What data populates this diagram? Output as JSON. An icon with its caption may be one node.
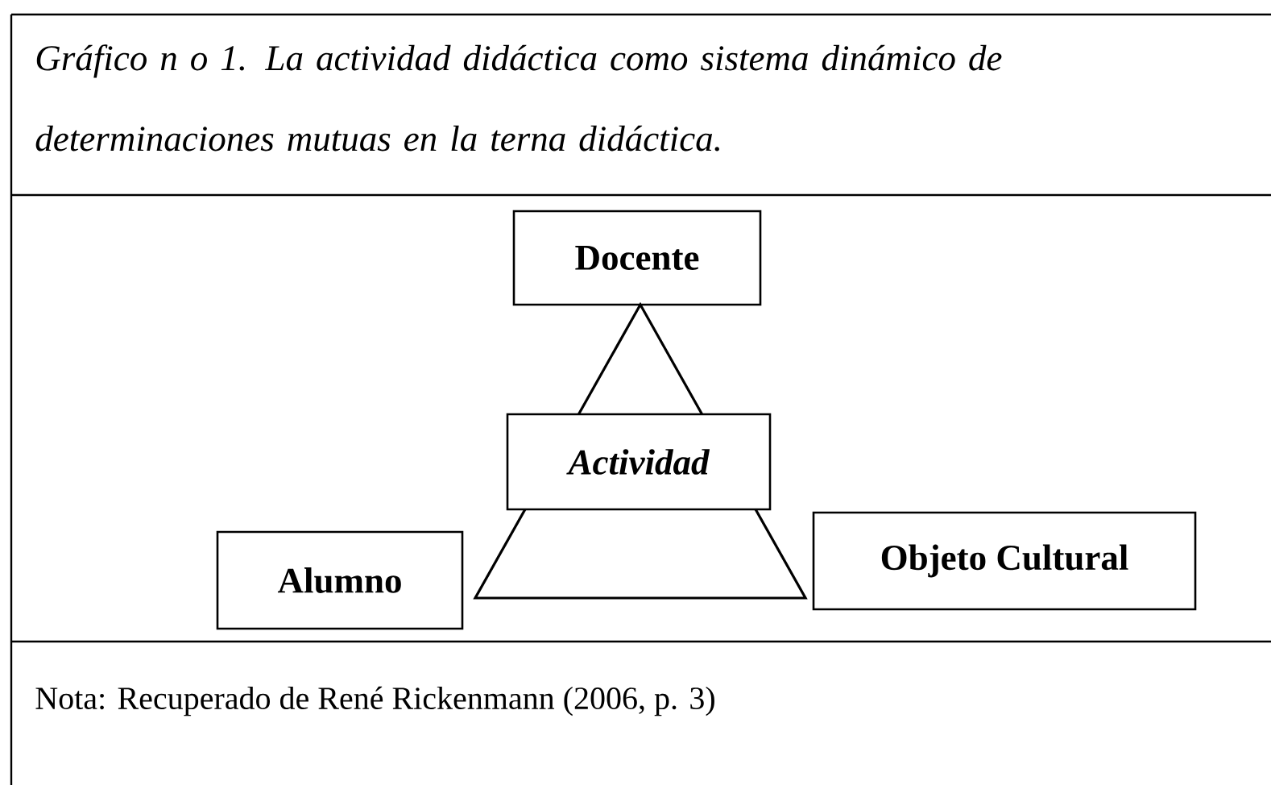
{
  "diagram": {
    "title": "Gráfico n o 1. La actividad didáctica como sistema dinámico de determinaciones mutuas en la terna didáctica.",
    "caption": "Nota:   Recuperado de René Rickenmann (2006, p. 3)",
    "nodes": [
      {
        "text": [
          "Docente"
        ]
      },
      {
        "text": [
          "Actividad"
        ],
        "in": 4
      },
      {
        "text": [
          "Alumno"
        ]
      },
      {
        "text": [
          "Objeto Cultural"
        ]
      },
      {
        "text": [],
        "shape": "triangle"
      }
    ]
  }
}
